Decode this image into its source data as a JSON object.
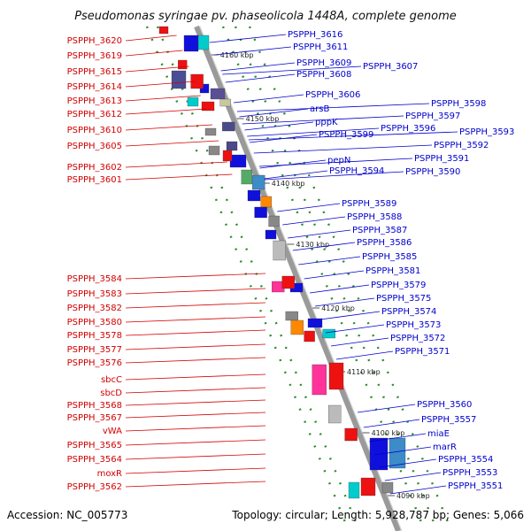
{
  "title": "Pseudomonas syringae pv. phaseolicola 1448A, complete genome",
  "footer": {
    "accession": "Accession: NC_005773",
    "topology": "Topology: circular; Length: 5,928,787 bp; Genes: 5,066"
  },
  "colors": {
    "left_labels": "#d40000",
    "right_labels": "#0000cc",
    "backbone": "#9a9a9a",
    "dots": "#2e8b2e",
    "reverse_strand": "#ee1111",
    "forward_strand": "#1010dd"
  },
  "ticks": [
    "4160 kbp",
    "4150 kbp",
    "4140 kbp",
    "4130 kbp",
    "4120 kbp",
    "4110 kbp",
    "4100 kbp",
    "4090 kbp"
  ],
  "left_labels": [
    "PSPPH_3620",
    "PSPPH_3619",
    "PSPPH_3615",
    "PSPPH_3614",
    "PSPPH_3613",
    "PSPPH_3612",
    "PSPPH_3610",
    "PSPPH_3605",
    "PSPPH_3602",
    "PSPPH_3601",
    "PSPPH_3584",
    "PSPPH_3583",
    "PSPPH_3582",
    "PSPPH_3580",
    "PSPPH_3578",
    "PSPPH_3577",
    "PSPPH_3576",
    "sbcC",
    "sbcD",
    "PSPPH_3568",
    "PSPPH_3567",
    "vWA",
    "PSPPH_3565",
    "PSPPH_3564",
    "moxR",
    "PSPPH_3562"
  ],
  "right_labels": [
    "PSPPH_3616",
    "PSPPH_3611",
    "PSPPH_3609",
    "PSPPH_3607",
    "PSPPH_3608",
    "PSPPH_3606",
    "arsB",
    "pppK",
    "PSPPH_3598",
    "PSPPH_3597",
    "PSPPH_3599",
    "PSPPH_3596",
    "PSPPH_3593",
    "PSPPH_3592",
    "pepN",
    "PSPPH_3591",
    "PSPPH_3594",
    "PSPPH_3590",
    "PSPPH_3589",
    "PSPPH_3588",
    "PSPPH_3587",
    "PSPPH_3586",
    "PSPPH_3585",
    "PSPPH_3581",
    "PSPPH_3579",
    "PSPPH_3575",
    "PSPPH_3574",
    "PSPPH_3573",
    "PSPPH_3572",
    "PSPPH_3571",
    "PSPPH_3560",
    "PSPPH_3557",
    "miaE",
    "marR",
    "PSPPH_3554",
    "PSPPH_3553",
    "PSPPH_3551"
  ]
}
